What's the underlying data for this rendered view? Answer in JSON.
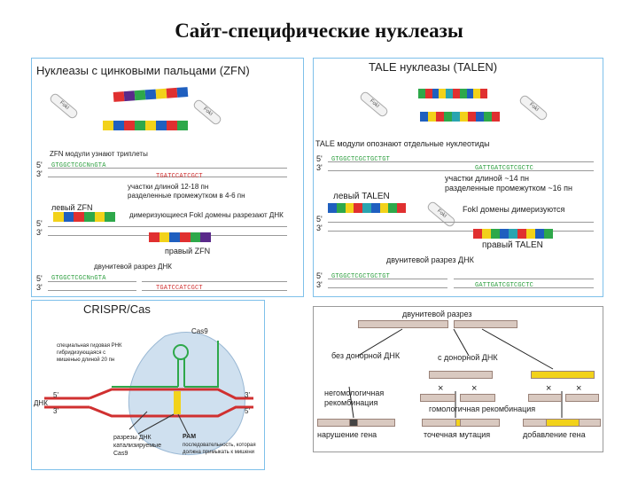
{
  "title": "Сайт-специфические нуклеазы",
  "zfn": {
    "heading": "Нуклеазы с цинковыми пальцами (ZFN)",
    "fok_label": "FokI",
    "modules_text": "ZFN модули узнают триплеты",
    "seq_top": "GTGGCTCGCNnGTA",
    "seq_bottom": "TGATCCATCGCT",
    "sites_text1": "участки длиной 12-18 пн",
    "sites_text2": "разделенные промежутком в 4-6 пн",
    "left_label": "левый ZFN",
    "dimer_text": "димеризующиеся FokI домены разрезают ДНК",
    "right_label": "правый ZFN",
    "cut_text": "двунитевой разрез ДНК",
    "five": "5'",
    "three": "3'"
  },
  "talen": {
    "heading": "TALE нуклеазы (TALEN)",
    "fok_label": "FokI",
    "modules_text": "TALE модули опознают отдельные нуклеотиды",
    "seq_top": "GTGGCTCGCTGCTGT",
    "seq_bottom": "GATTGATCGTCGCTC",
    "sites_text1": "участки длиной ~14 пн",
    "sites_text2": "разделенные промежутком ~16 пн",
    "left_label": "левый TALEN",
    "dimer_text": "FokI домены димеризуются",
    "right_label": "правый TALEN",
    "cut_text": "двунитевой разрез ДНК",
    "five": "5'",
    "three": "3'"
  },
  "crispr": {
    "heading": "CRISPR/Cas",
    "cas9": "Cas9",
    "guide_text": "специальная гидовая РНК гибридизующаяся с мишенью длиной 20 пн",
    "dna": "ДНК",
    "five": "5'",
    "three": "3'",
    "cuts_text": "разрезы ДНК катализируемые Cas9",
    "pam_label": "PAM",
    "pam_text": "последовательность, которая должна примыкать к мишени"
  },
  "repair": {
    "break_label": "двунитевой разрез",
    "no_donor": "без донорной ДНК",
    "with_donor": "с донорной ДНК",
    "nhej": "негомологичная рекомбинация",
    "hr": "гомологичная рекомбинация",
    "out1": "нарушение гена",
    "out2": "точечная мутация",
    "out3": "добавление гена"
  },
  "colors": {
    "blue": "#1f5fbf",
    "red": "#e03030",
    "yellow": "#f2d21a",
    "green": "#2ea84a",
    "purple": "#5a2a8a",
    "teal": "#2aa4b0"
  }
}
